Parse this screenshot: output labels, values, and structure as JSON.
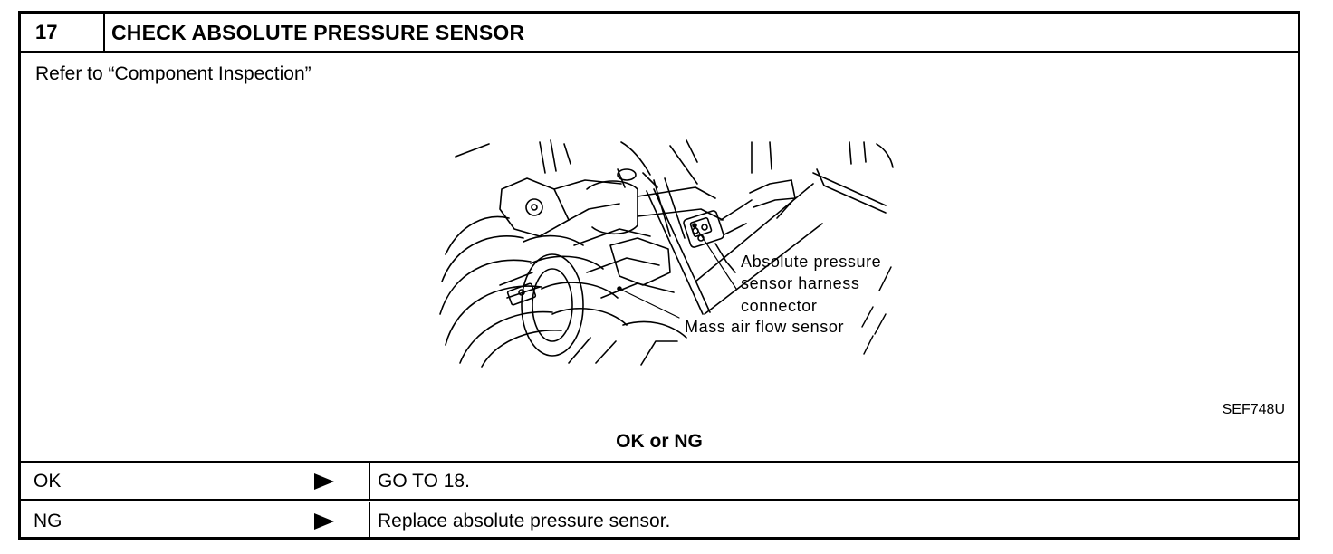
{
  "step": {
    "number": "17",
    "title": "CHECK ABSOLUTE PRESSURE SENSOR"
  },
  "instruction": "Refer to “Component Inspection”",
  "figure": {
    "labels": {
      "sensor_line1": "Absolute pressure",
      "sensor_line2": "sensor harness",
      "sensor_line3": "connector",
      "maf": "Mass air flow sensor"
    },
    "code": "SEF748U"
  },
  "verdict": "OK or NG",
  "results": [
    {
      "label": "OK",
      "action": "GO TO 18."
    },
    {
      "label": "NG",
      "action": "Replace absolute pressure sensor."
    }
  ]
}
